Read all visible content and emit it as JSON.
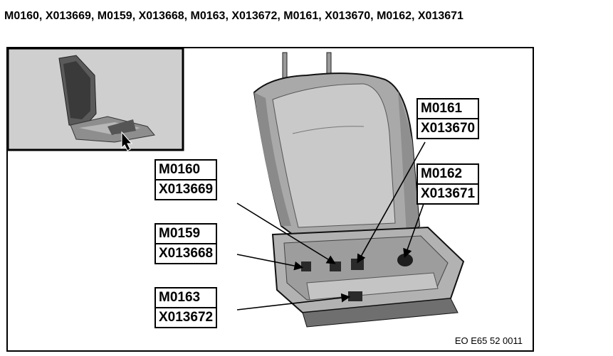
{
  "header": {
    "codes_line": "M0160, X013669, M0159, X013668, M0163, X013672, M0161, X013670, M0162, X013671"
  },
  "callouts": [
    {
      "id": "m0160",
      "component": "M0160",
      "connector": "X013669"
    },
    {
      "id": "m0159",
      "component": "M0159",
      "connector": "X013668"
    },
    {
      "id": "m0163",
      "component": "M0163",
      "connector": "X013672"
    },
    {
      "id": "m0161",
      "component": "M0161",
      "connector": "X013670"
    },
    {
      "id": "m0162",
      "component": "M0162",
      "connector": "X013671"
    }
  ],
  "figure": {
    "reference_code": "EO E65 52 0011",
    "icons": [
      "seat-overview-thumbnail",
      "seat-diagram",
      "pointer-arrow-icon"
    ]
  }
}
